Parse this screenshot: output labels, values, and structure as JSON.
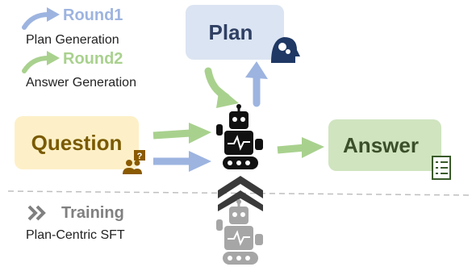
{
  "legend": {
    "round1": {
      "title": "Round1",
      "subtitle": "Plan Generation",
      "color": "#9db4e0"
    },
    "round2": {
      "title": "Round2",
      "subtitle": "Answer Generation",
      "color": "#a9d18e"
    }
  },
  "nodes": {
    "plan": {
      "label": "Plan",
      "fill": "#dbe4f2",
      "text_color": "#2f3f63"
    },
    "question": {
      "label": "Question",
      "fill": "#fdf0c8",
      "text_color": "#7a5a00"
    },
    "answer": {
      "label": "Answer",
      "fill": "#cfe4bf",
      "text_color": "#3a4f2a"
    }
  },
  "training": {
    "title": "Training",
    "subtitle": "Plan-Centric SFT",
    "color": "#808080"
  },
  "icons": [
    "brain-head-icon",
    "question-user-icon",
    "checklist-icon",
    "robot-icon",
    "robot-grey-icon",
    "chevron-up-double-icon",
    "double-chevron-right-icon"
  ]
}
